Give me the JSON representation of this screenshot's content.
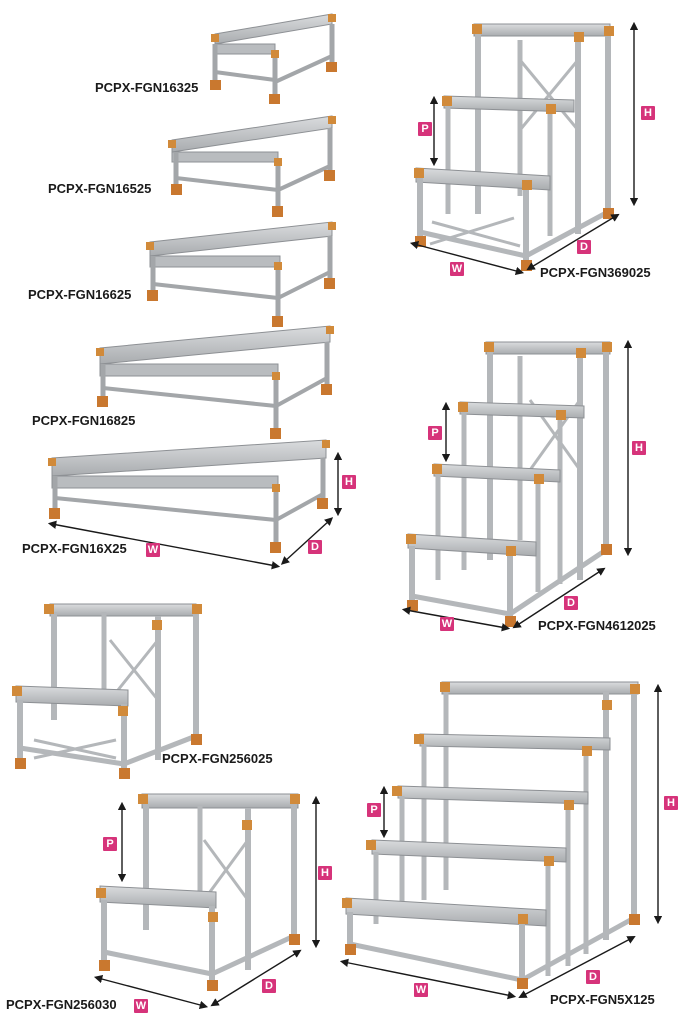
{
  "products": [
    {
      "model": "PCPX-FGN16325"
    },
    {
      "model": "PCPX-FGN16525"
    },
    {
      "model": "PCPX-FGN16625"
    },
    {
      "model": "PCPX-FGN16825"
    },
    {
      "model": "PCPX-FGN16X25"
    },
    {
      "model": "PCPX-FGN369025"
    },
    {
      "model": "PCPX-FGN4612025"
    },
    {
      "model": "PCPX-FGN256025"
    },
    {
      "model": "PCPX-FGN256030"
    },
    {
      "model": "PCPX-FGN5X125"
    }
  ],
  "dimension_labels": {
    "width": "W",
    "depth": "D",
    "height": "H",
    "pitch": "P"
  },
  "colors": {
    "frame": "#b9bcbf",
    "frame_dark": "#8d9094",
    "tread": "#c8cacc",
    "joint": "#d18a3a",
    "foot": "#c9782f",
    "badge": "#d6337a"
  }
}
